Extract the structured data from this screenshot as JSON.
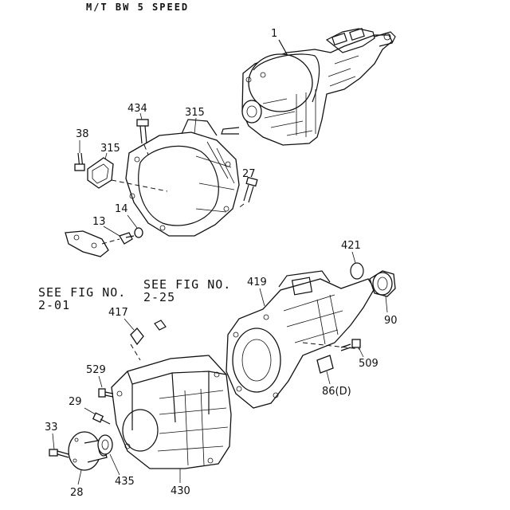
{
  "title": "M/T BW 5 SPEED",
  "references": [
    {
      "id": "ref-2-01",
      "line1": "SEE FIG NO.",
      "line2": "2-01"
    },
    {
      "id": "ref-2-25",
      "line1": "SEE FIG NO.",
      "line2": "2-25"
    }
  ],
  "callouts": [
    "1",
    "315",
    "434",
    "27",
    "38",
    "315",
    "13",
    "14",
    "419",
    "421",
    "90",
    "509",
    "86(D)",
    "417",
    "430",
    "529",
    "29",
    "33",
    "28",
    "435"
  ]
}
